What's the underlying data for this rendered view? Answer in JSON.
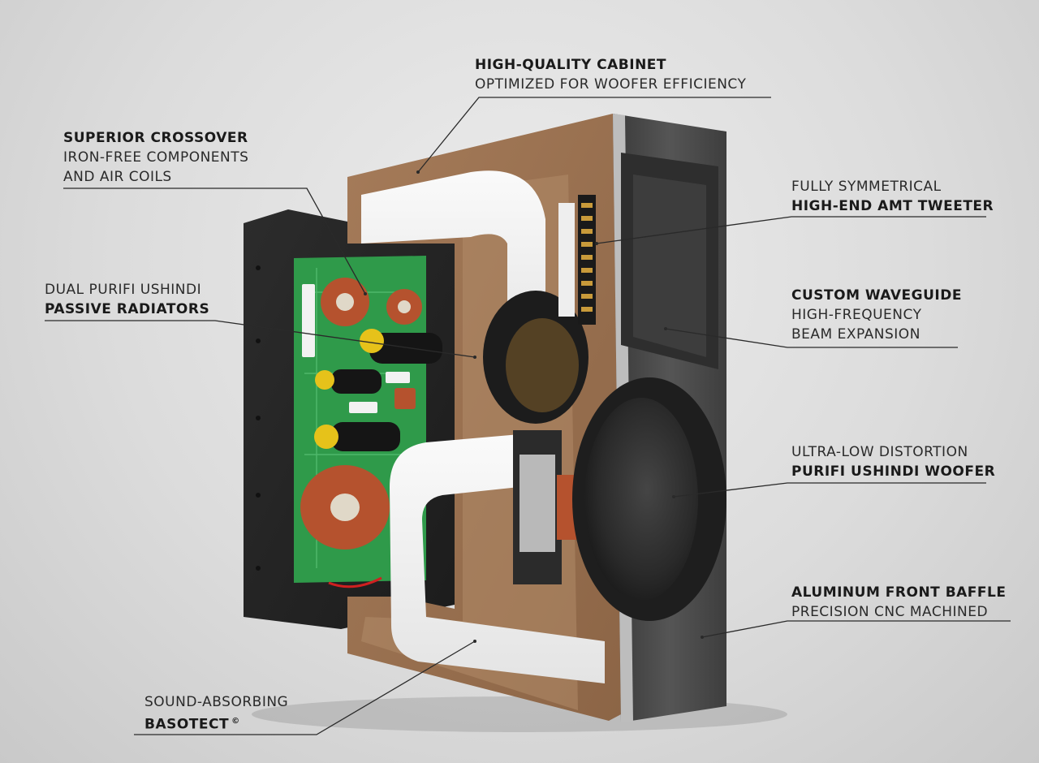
{
  "callouts": {
    "cabinet": {
      "lines": [
        "HIGH-QUALITY CABINET",
        "OPTIMIZED FOR WOOFER EFFICIENCY"
      ]
    },
    "crossover": {
      "lines": [
        "SUPERIOR CROSSOVER",
        "IRON-FREE COMPONENTS",
        "AND AIR COILS"
      ]
    },
    "tweeter": {
      "lines": [
        "FULLY SYMMETRICAL",
        "HIGH-END AMT TWEETER"
      ]
    },
    "radiators": {
      "lines": [
        "DUAL PURIFI USHINDI",
        "PASSIVE RADIATORS"
      ]
    },
    "waveguide": {
      "lines": [
        "CUSTOM WAVEGUIDE",
        "HIGH-FREQUENCY",
        "BEAM EXPANSION"
      ]
    },
    "woofer": {
      "lines": [
        "ULTRA-LOW DISTORTION",
        "PURIFI USHINDI WOOFER"
      ]
    },
    "baffle": {
      "lines": [
        "ALUMINUM FRONT BAFFLE",
        "PRECISION CNC MACHINED"
      ]
    },
    "basotect": {
      "lines": [
        "SOUND-ABSORBING",
        "BASOTECT"
      ],
      "mark": "©"
    }
  },
  "colors": {
    "mdf": "#9a7252",
    "foam": "#f3f3f3",
    "pcb": "#2f9a4a",
    "aluminum": "#4a4a4a",
    "copper": "#b5522e",
    "capacitor": "#e6c21a"
  }
}
